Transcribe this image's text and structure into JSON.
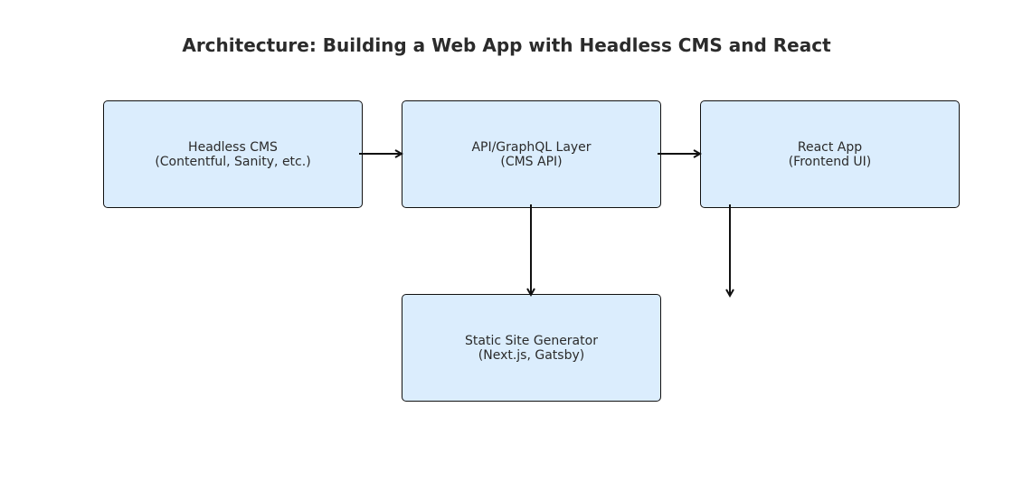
{
  "title": "Architecture: Building a Web App with Headless CMS and React",
  "nodes": {
    "cms": {
      "line1": "Headless CMS",
      "line2": "(Contentful, Sanity, etc.)"
    },
    "api": {
      "line1": "API/GraphQL Layer",
      "line2": "(CMS API)"
    },
    "react": {
      "line1": "React App",
      "line2": "(Frontend UI)"
    },
    "ssg": {
      "line1": "Static Site Generator",
      "line2": "(Next.js, Gatsby)"
    }
  },
  "colors": {
    "node_fill": "#dbedfd",
    "node_border": "#111111",
    "arrow": "#111111",
    "text": "#2b2b2b"
  }
}
